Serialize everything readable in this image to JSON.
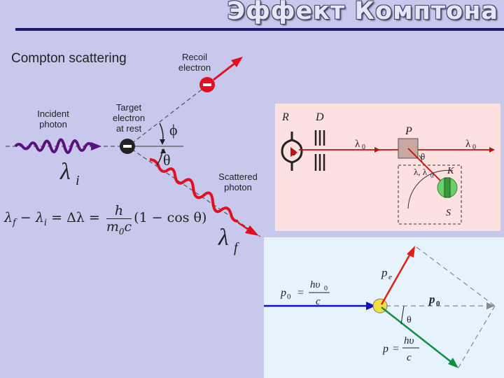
{
  "slide": {
    "title": "Эффект Комптона"
  },
  "left_diagram": {
    "heading": "Compton scattering",
    "recoil_label": [
      "Recoil",
      "electron"
    ],
    "target_label": [
      "Target",
      "electron",
      "at rest"
    ],
    "incident_label": [
      "Incident",
      "photon"
    ],
    "scattered_label": [
      "Scattered",
      "photon"
    ],
    "phi": "ϕ",
    "theta": "θ",
    "lambda_i": "λ",
    "lambda_i_sub": "i",
    "lambda_f": "λ",
    "lambda_f_sub": "f",
    "formula_left": "λ",
    "formula_sub_f": "f",
    "formula_minus": " − λ",
    "formula_sub_i": "i",
    "formula_eq": " = Δλ = ",
    "formula_num": "h",
    "formula_den": "m",
    "formula_den_sub": "0",
    "formula_den_c": "c",
    "formula_tail": "(1 − cos θ)",
    "colors": {
      "incident": "#5a1080",
      "scattered": "#e01020",
      "recoil": "#e01020",
      "dashed": "#555555"
    }
  },
  "setup_diagram": {
    "R": "R",
    "D": "D",
    "P": "P",
    "K": "K",
    "S": "S",
    "lambda0_left": "λ",
    "lambda0_left_sub": "0",
    "lambda0_right": "λ",
    "lambda0_right_sub": "0",
    "theta": "θ",
    "lambda_pair": "λ, λ",
    "lambda_pair_sub": "0",
    "colors": {
      "background": "#fde0e0",
      "beam": "#c01010",
      "detector": "#6ad06a"
    }
  },
  "momentum_diagram": {
    "p0_left": "p",
    "p0_left_sub": "0",
    "eq1": "=",
    "frac1_num": "hυ",
    "frac1_num_sub": "0",
    "frac1_den": "c",
    "pe": "p",
    "pe_sub": "e",
    "p0": "p",
    "p0_sub": "0",
    "theta": "θ",
    "p_label": "p",
    "eq2": "=",
    "frac2_num": "hυ",
    "frac2_den": "c",
    "colors": {
      "background": "#e6f2fc",
      "incoming": "#1010c0",
      "electron": "#e02010",
      "photon": "#109040",
      "dashed": "#888888"
    }
  }
}
